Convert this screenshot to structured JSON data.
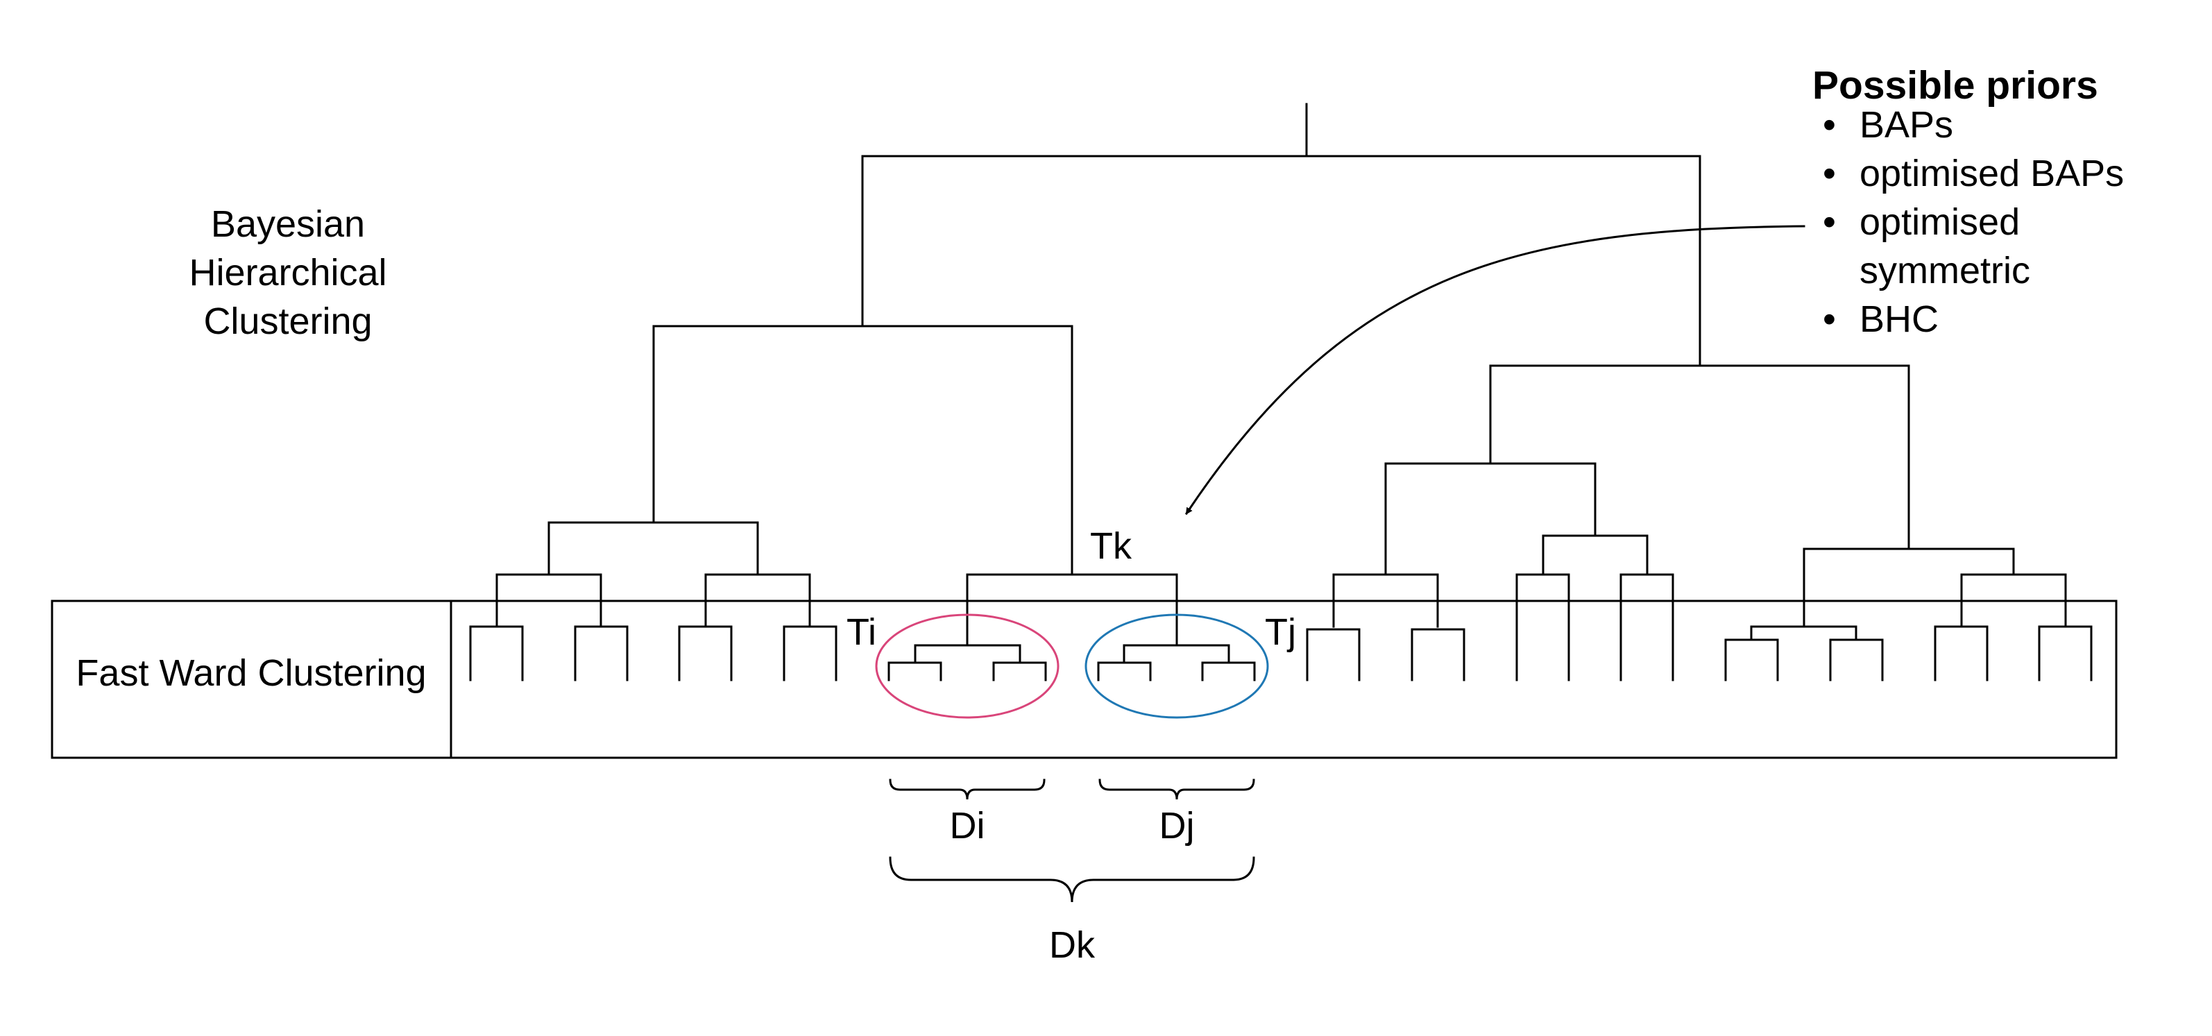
{
  "top_label": [
    "Bayesian",
    "Hierarchical",
    "Clustering"
  ],
  "bottom_label": "Fast Ward Clustering",
  "priors": {
    "heading": "Possible priors",
    "bullet": "•",
    "items": [
      [
        "BAPs"
      ],
      [
        "optimised BAPs"
      ],
      [
        "optimised",
        "symmetric"
      ],
      [
        "BHC"
      ]
    ]
  },
  "subtrees": {
    "ti": {
      "label": "Ti",
      "color": "#d9457a"
    },
    "tj": {
      "label": "Tj",
      "color": "#1f78b4"
    },
    "tk": {
      "label": "Tk"
    }
  },
  "braces": {
    "di": "Di",
    "dj": "Dj",
    "dk": "Dk"
  },
  "colors": {
    "line": "#000000",
    "background": "#ffffff"
  }
}
